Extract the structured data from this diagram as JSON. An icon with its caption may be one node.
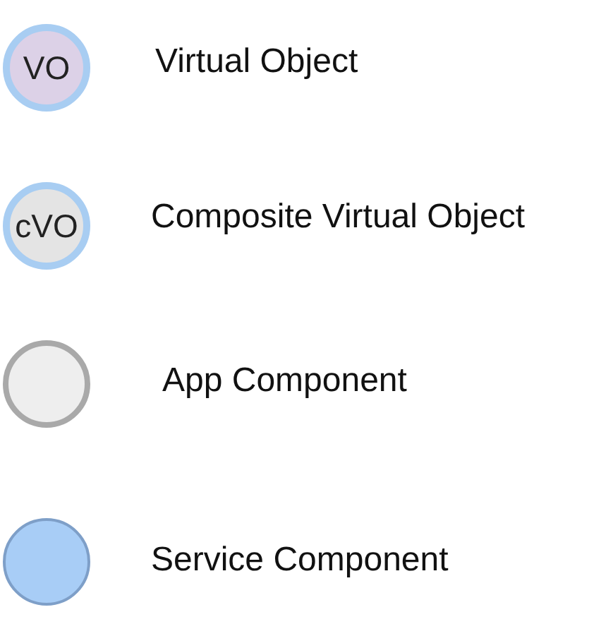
{
  "diagram": {
    "nodes": [
      {
        "text": [
          "VO"
        ],
        "beside": [
          "Virtual Object"
        ]
      },
      {
        "text": [
          "cVO"
        ],
        "beside": [
          "Composite Virtual Object"
        ]
      },
      {
        "text": [],
        "shape": "circle",
        "beside": [
          "App Component"
        ]
      },
      {
        "text": [],
        "shape": "circle",
        "beside": [
          "Service Component"
        ]
      }
    ]
  }
}
